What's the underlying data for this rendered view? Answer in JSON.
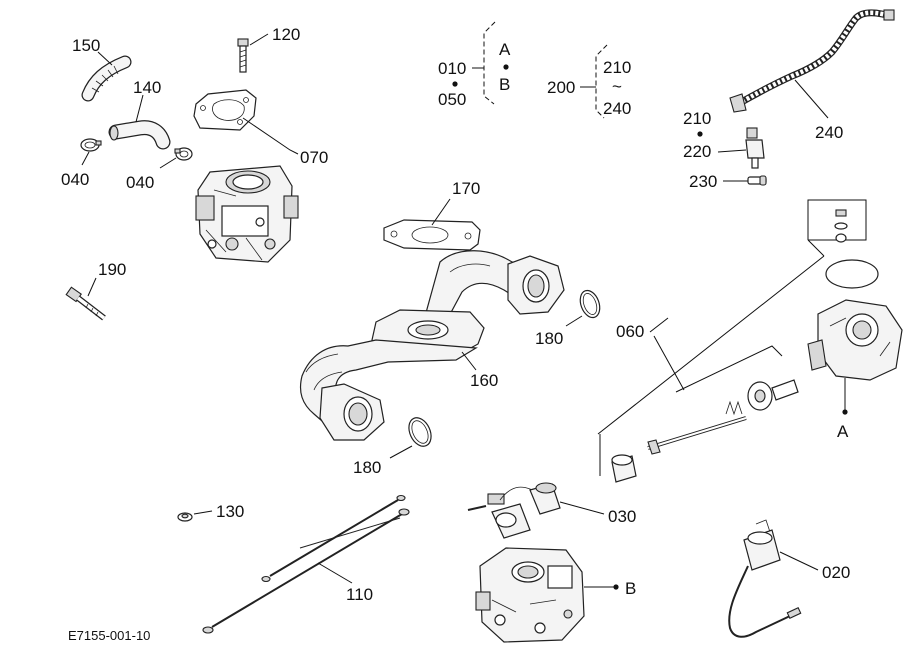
{
  "figure_code": "E7155-001-10",
  "callouts": {
    "c150": "150",
    "c140": "140",
    "c120": "120",
    "c070": "070",
    "c040a": "040",
    "c040b": "040",
    "c010": "010",
    "c050": "050",
    "cA_top": "A",
    "cB_top": "B",
    "c200": "200",
    "c210_range": "210",
    "c240_range": "240",
    "tilde": "~",
    "c210": "210",
    "c220": "220",
    "c230": "230",
    "c240": "240",
    "c170": "170",
    "c190": "190",
    "c180a": "180",
    "c180b": "180",
    "c160": "160",
    "c060": "060",
    "cA_ref": "A",
    "c130": "130",
    "c030": "030",
    "c110": "110",
    "cB_ref": "B",
    "c020": "020"
  },
  "icons": {
    "carburetor": "carburetor-icon",
    "intake_manifold": "intake-manifold-icon",
    "fuel_pipe": "fuel-pipe-icon",
    "float_chamber": "float-chamber-icon"
  }
}
